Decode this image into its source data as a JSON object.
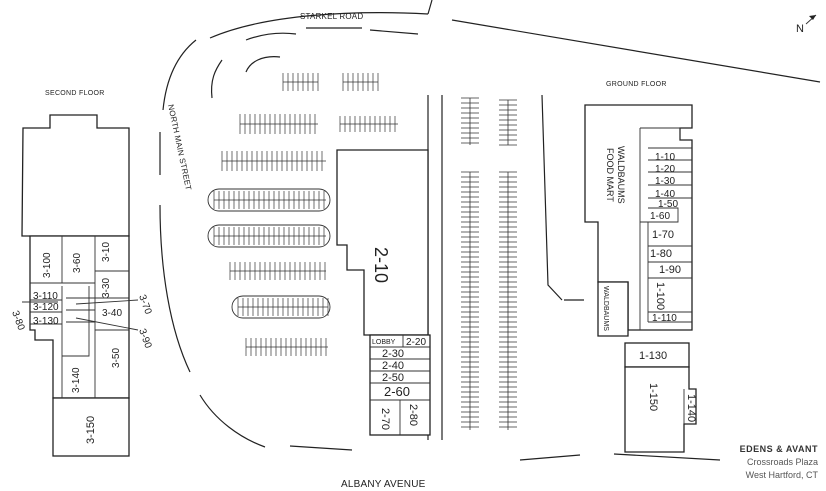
{
  "streets": {
    "starkel": "STARKEL ROAD",
    "north_main": "NORTH MAIN STREET",
    "albany": "ALBANY AVENUE"
  },
  "floors": {
    "second": "SECOND FLOOR",
    "ground": "GROUND FLOOR"
  },
  "compass": {
    "label": "N",
    "icon": "north-arrow-icon"
  },
  "brand": {
    "company": "EDENS & AVANT",
    "property": "Crossroads Plaza",
    "location": "West Hartford, CT"
  },
  "second_floor_units": [
    "3-10",
    "3-30",
    "3-40",
    "3-50",
    "3-60",
    "3-70",
    "3-80",
    "3-90",
    "3-100",
    "3-110",
    "3-120",
    "3-130",
    "3-140",
    "3-150"
  ],
  "center_units": [
    "2-10",
    "LOBBY",
    "2-20",
    "2-30",
    "2-40",
    "2-50",
    "2-60",
    "2-70",
    "2-80"
  ],
  "ground_floor_units": [
    "1-10",
    "1-20",
    "1-30",
    "1-40",
    "1-50",
    "1-60",
    "1-70",
    "1-80",
    "1-90",
    "1-100",
    "1-110",
    "1-130",
    "1-140",
    "1-150"
  ],
  "tenants": {
    "food_mart": [
      "WALDBAUMS",
      "FOOD MART"
    ],
    "waldbaums": "WALDBAUMS"
  },
  "colors": {
    "line": "#222222",
    "background": "#ffffff",
    "brand_gray": "#555555"
  }
}
